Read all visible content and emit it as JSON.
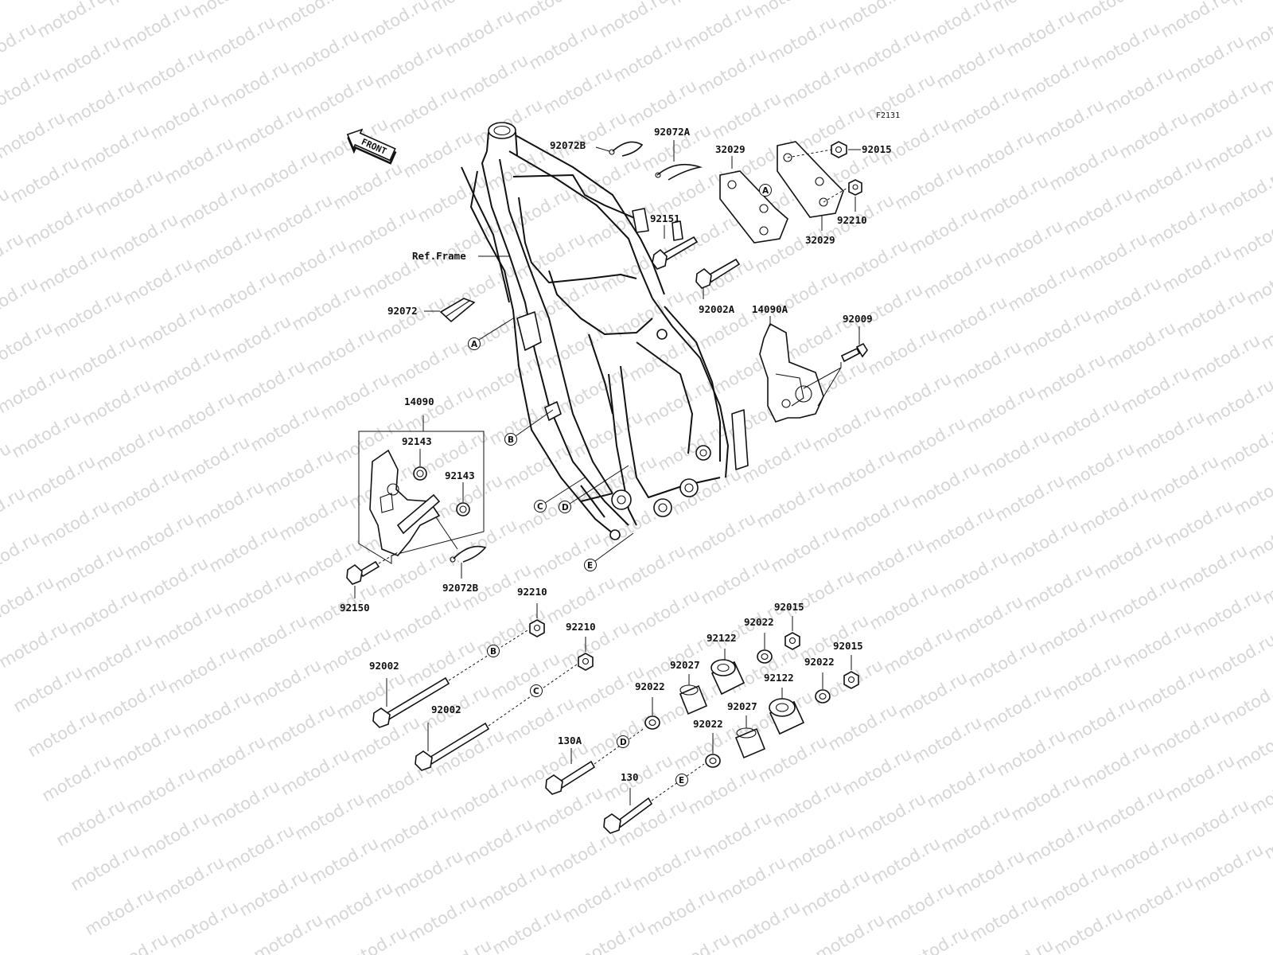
{
  "figure_code": "F2131",
  "front_arrow_text": "FRONT",
  "watermark_text": "motod.ru",
  "ref_frame_label": "Ref.Frame",
  "part_labels": {
    "p92072B_top": "92072B",
    "p92072A": "92072A",
    "p32029_top": "32029",
    "p92015_top": "92015",
    "p92151": "92151",
    "p92210_top": "92210",
    "p32029_bottom": "32029",
    "p92002A": "92002A",
    "p92072": "92072",
    "p14090A": "14090A",
    "p92009": "92009",
    "p14090": "14090",
    "p92143_a": "92143",
    "p92143_b": "92143",
    "p92150": "92150",
    "p92072B_bottom": "92072B",
    "p92210_mid_a": "92210",
    "p92210_mid_b": "92210",
    "p92002_a": "92002",
    "p92002_b": "92002",
    "p92015_mid_a": "92015",
    "p92022_a": "92022",
    "p92122_a": "92122",
    "p92027_a": "92027",
    "p92022_b": "92022",
    "p92015_mid_b": "92015",
    "p92022_c": "92022",
    "p92122_b": "92122",
    "p92027_b": "92027",
    "p92022_d": "92022",
    "p130A": "130A",
    "p130": "130"
  },
  "callouts": {
    "A_frame": "A",
    "A_bracket": "A",
    "B_frame": "B",
    "B_bolt": "B",
    "C_frame": "C",
    "C_bolt": "C",
    "D_frame": "D",
    "D_bolt": "D",
    "E_frame": "E",
    "E_bolt": "E"
  }
}
